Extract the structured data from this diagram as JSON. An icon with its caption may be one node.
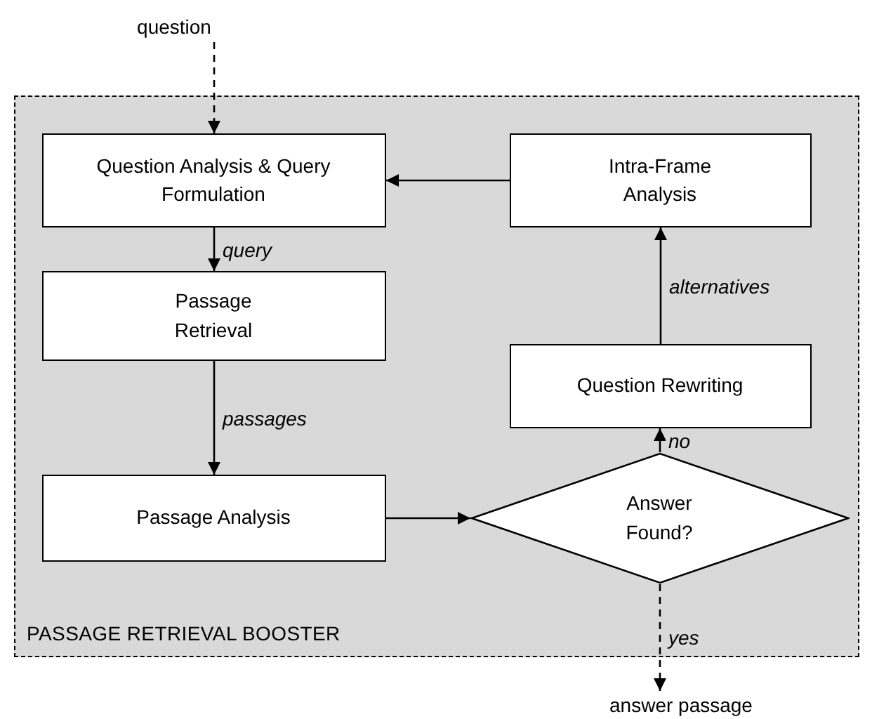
{
  "diagram": {
    "nodes": [
      {
        "text": [
          "PASSAGE RETRIEVAL BOOSTER"
        ]
      },
      {
        "text": [
          "Question Analysis & Query Formulation"
        ],
        "in": 0
      },
      {
        "text": [
          "Passage Retrieval"
        ],
        "in": 0
      },
      {
        "text": [
          "Passage Analysis"
        ],
        "in": 0
      },
      {
        "text": [
          "Answer Found?"
        ],
        "in": 0
      },
      {
        "text": [
          "Question Rewriting"
        ],
        "in": 0
      },
      {
        "text": [
          "Intra-Frame Analysis"
        ],
        "in": 0
      },
      {
        "text": [
          "question"
        ]
      },
      {
        "text": [
          "answer passage"
        ]
      }
    ],
    "edges": [
      {
        "from": 7,
        "to": 1,
        "arrow": "to",
        "style": "dashed"
      },
      {
        "from": 1,
        "to": 2,
        "arrow": "to",
        "label": "query"
      },
      {
        "from": 2,
        "to": 3,
        "arrow": "to",
        "label": "passages"
      },
      {
        "from": 3,
        "to": 4,
        "arrow": "to"
      },
      {
        "from": 4,
        "to": 5,
        "arrow": "to",
        "label": "no"
      },
      {
        "from": 5,
        "to": 6,
        "arrow": "to",
        "label": "alternatives"
      },
      {
        "from": 6,
        "to": 1,
        "arrow": "to"
      },
      {
        "from": 4,
        "to": 8,
        "arrow": "to",
        "label": "yes",
        "style": "dashed"
      }
    ]
  }
}
